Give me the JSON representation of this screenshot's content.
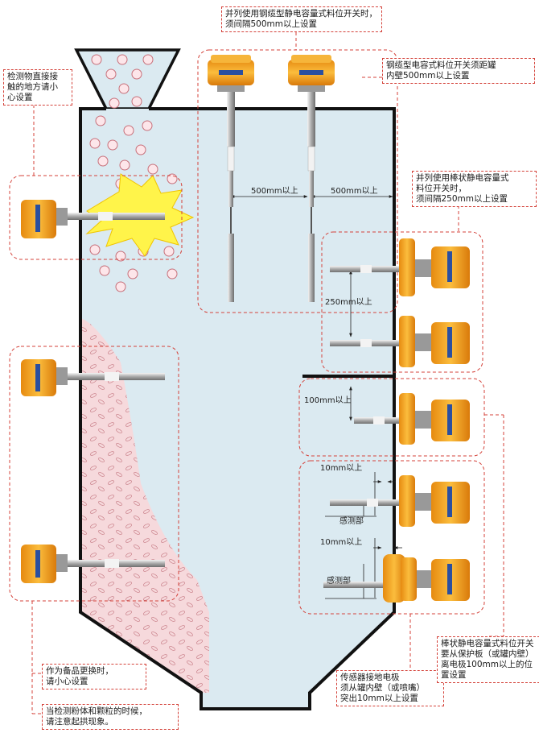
{
  "notes": {
    "top_center": "并列使用钢缆型静电容量式料位开关时，\n须间隔500mm以上设置",
    "top_right": "钢缆型电容式料位开关须距罐\n内壁500mm以上设置",
    "left_contact": "检测物直接接\n触的地方请小\n心设置",
    "right_rod": "并列使用棒状静电容量式\n料位开关时，\n须间隔250mm以上设置",
    "spare": "作为备品更换时，\n请小心设置",
    "arching": "当检测粉体和颗粒的时候，\n请注意起拱现象。",
    "ground": "传感器接地电极\n须从罐内壁（或喷嘴）\n突出10mm以上设置",
    "protect": "棒状静电容量式料位开关\n要从保护板（或罐内壁）\n离电极100mm以上的位\n置设置"
  },
  "dimensions": {
    "d500_left": "500mm以上",
    "d500_right": "500mm以上",
    "d250": "250mm以上",
    "d100": "100mm以上",
    "d10_a": "10mm以上",
    "d10_b": "10mm以上",
    "sense_a": "感测部",
    "sense_b": "感测部"
  },
  "colors": {
    "tank_fill": "#dbeaf1",
    "tank_wall": "#111111",
    "powder": "#f6d9dc",
    "dashed": "#d4423a",
    "housing": "#f2a21b"
  }
}
